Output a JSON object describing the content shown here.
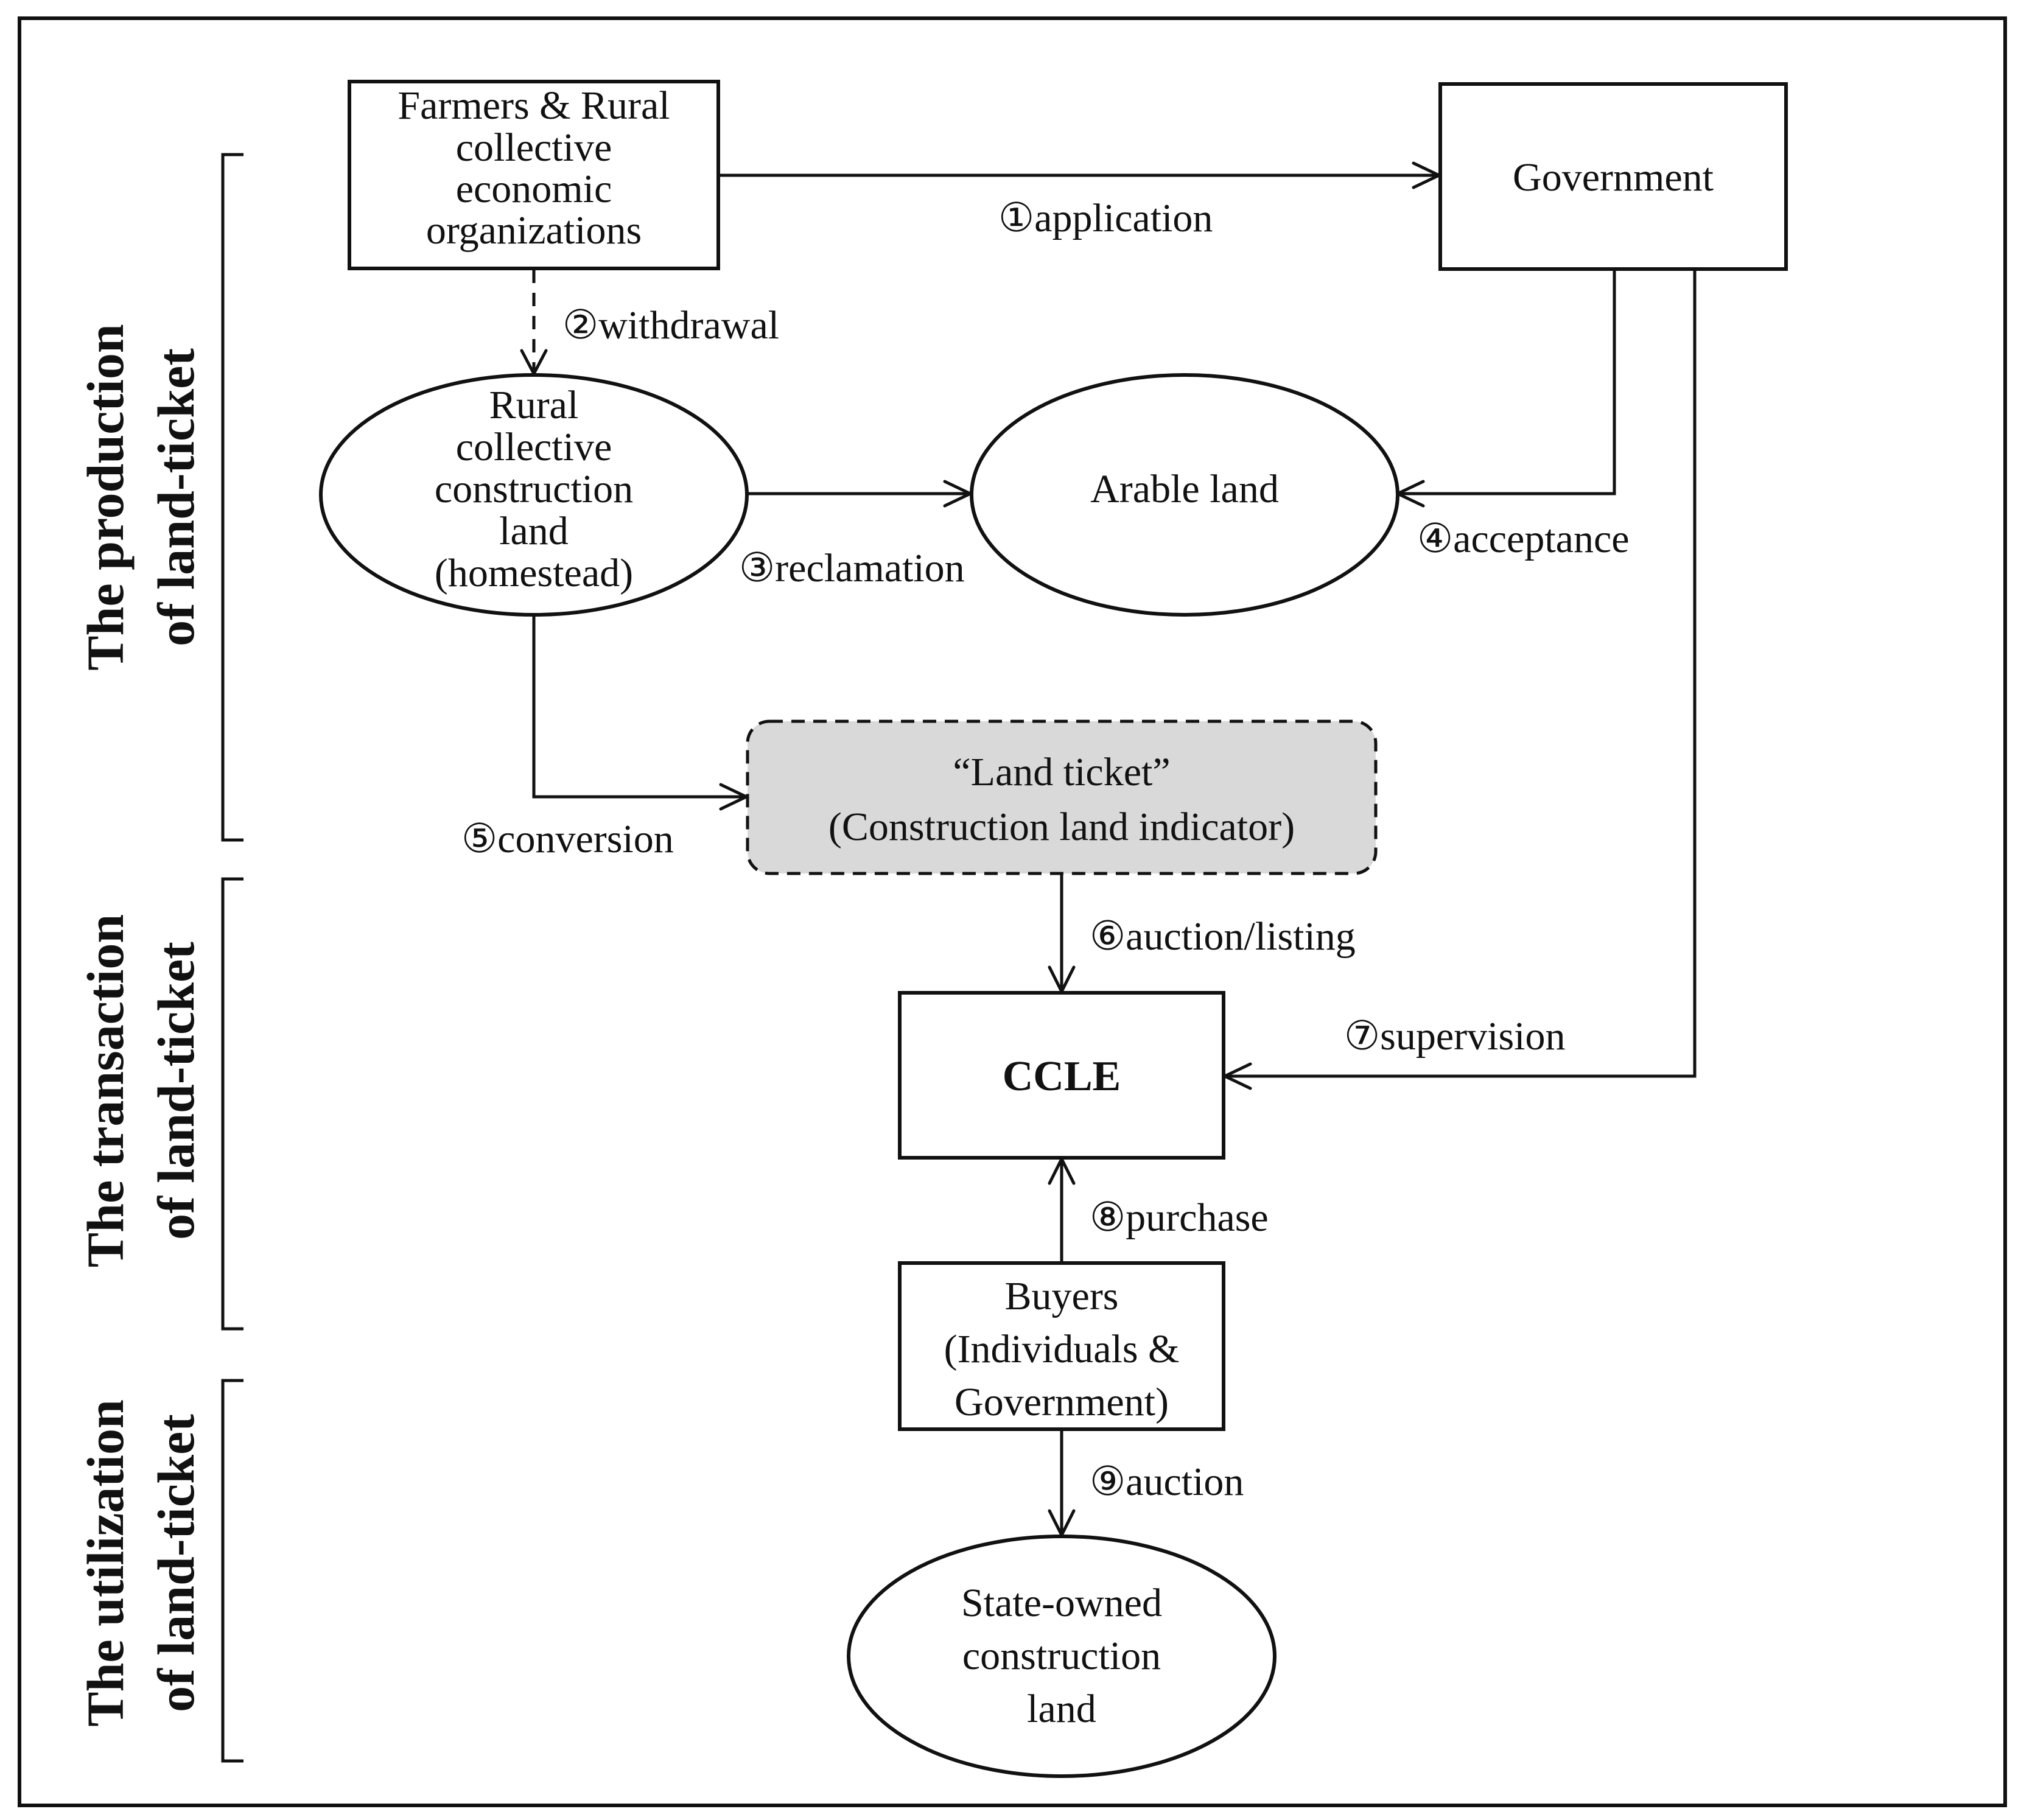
{
  "nodes": {
    "farmers": {
      "lines": [
        "Farmers & Rural",
        "collective",
        "economic",
        "organizations"
      ]
    },
    "government": {
      "lines": [
        "Government"
      ]
    },
    "rural_land": {
      "lines": [
        "Rural",
        "collective",
        "construction",
        "land",
        "(homestead)"
      ]
    },
    "arable_land": {
      "lines": [
        "Arable land"
      ]
    },
    "land_ticket": {
      "lines": [
        "“Land ticket”",
        "(Construction land indicator)"
      ]
    },
    "ccle": {
      "lines": [
        "CCLE"
      ]
    },
    "buyers": {
      "lines": [
        "Buyers",
        "(Individuals &",
        "Government)"
      ]
    },
    "state_land": {
      "lines": [
        "State-owned",
        "construction",
        "land"
      ]
    }
  },
  "edges": {
    "application": "①application",
    "withdrawal": "②withdrawal",
    "reclamation": "③reclamation",
    "acceptance": "④acceptance",
    "conversion": "⑤conversion",
    "auction_listing": "⑥auction/listing",
    "supervision": "⑦supervision",
    "purchase": "⑧purchase",
    "auction": "⑨auction"
  },
  "phases": {
    "production": [
      "The production",
      "of land-ticket"
    ],
    "transaction": [
      "The transaction",
      "of land-ticket"
    ],
    "utilization": [
      "The utilization",
      "of land-ticket"
    ]
  }
}
